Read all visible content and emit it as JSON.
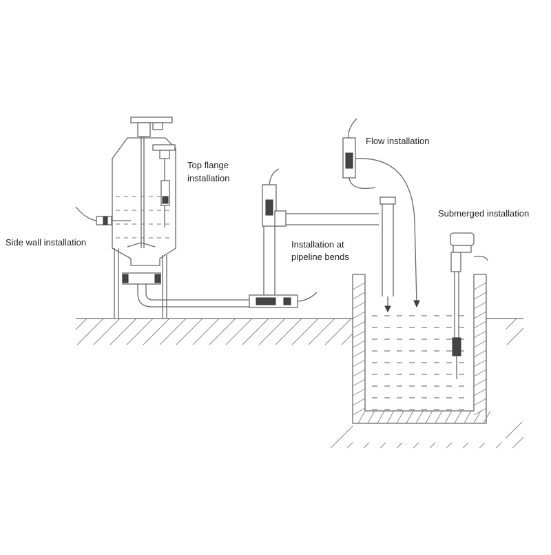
{
  "labels": {
    "top_flange_line1": "Top flange",
    "top_flange_line2": "installation",
    "side_wall": "Side wall installation",
    "pipeline_bends_line1": "Installation at",
    "pipeline_bends_line2": "pipeline bends",
    "flow": "Flow installation",
    "submerged": "Submerged installation"
  },
  "colors": {
    "line": "#666666",
    "background": "#ffffff",
    "text": "#222222"
  }
}
